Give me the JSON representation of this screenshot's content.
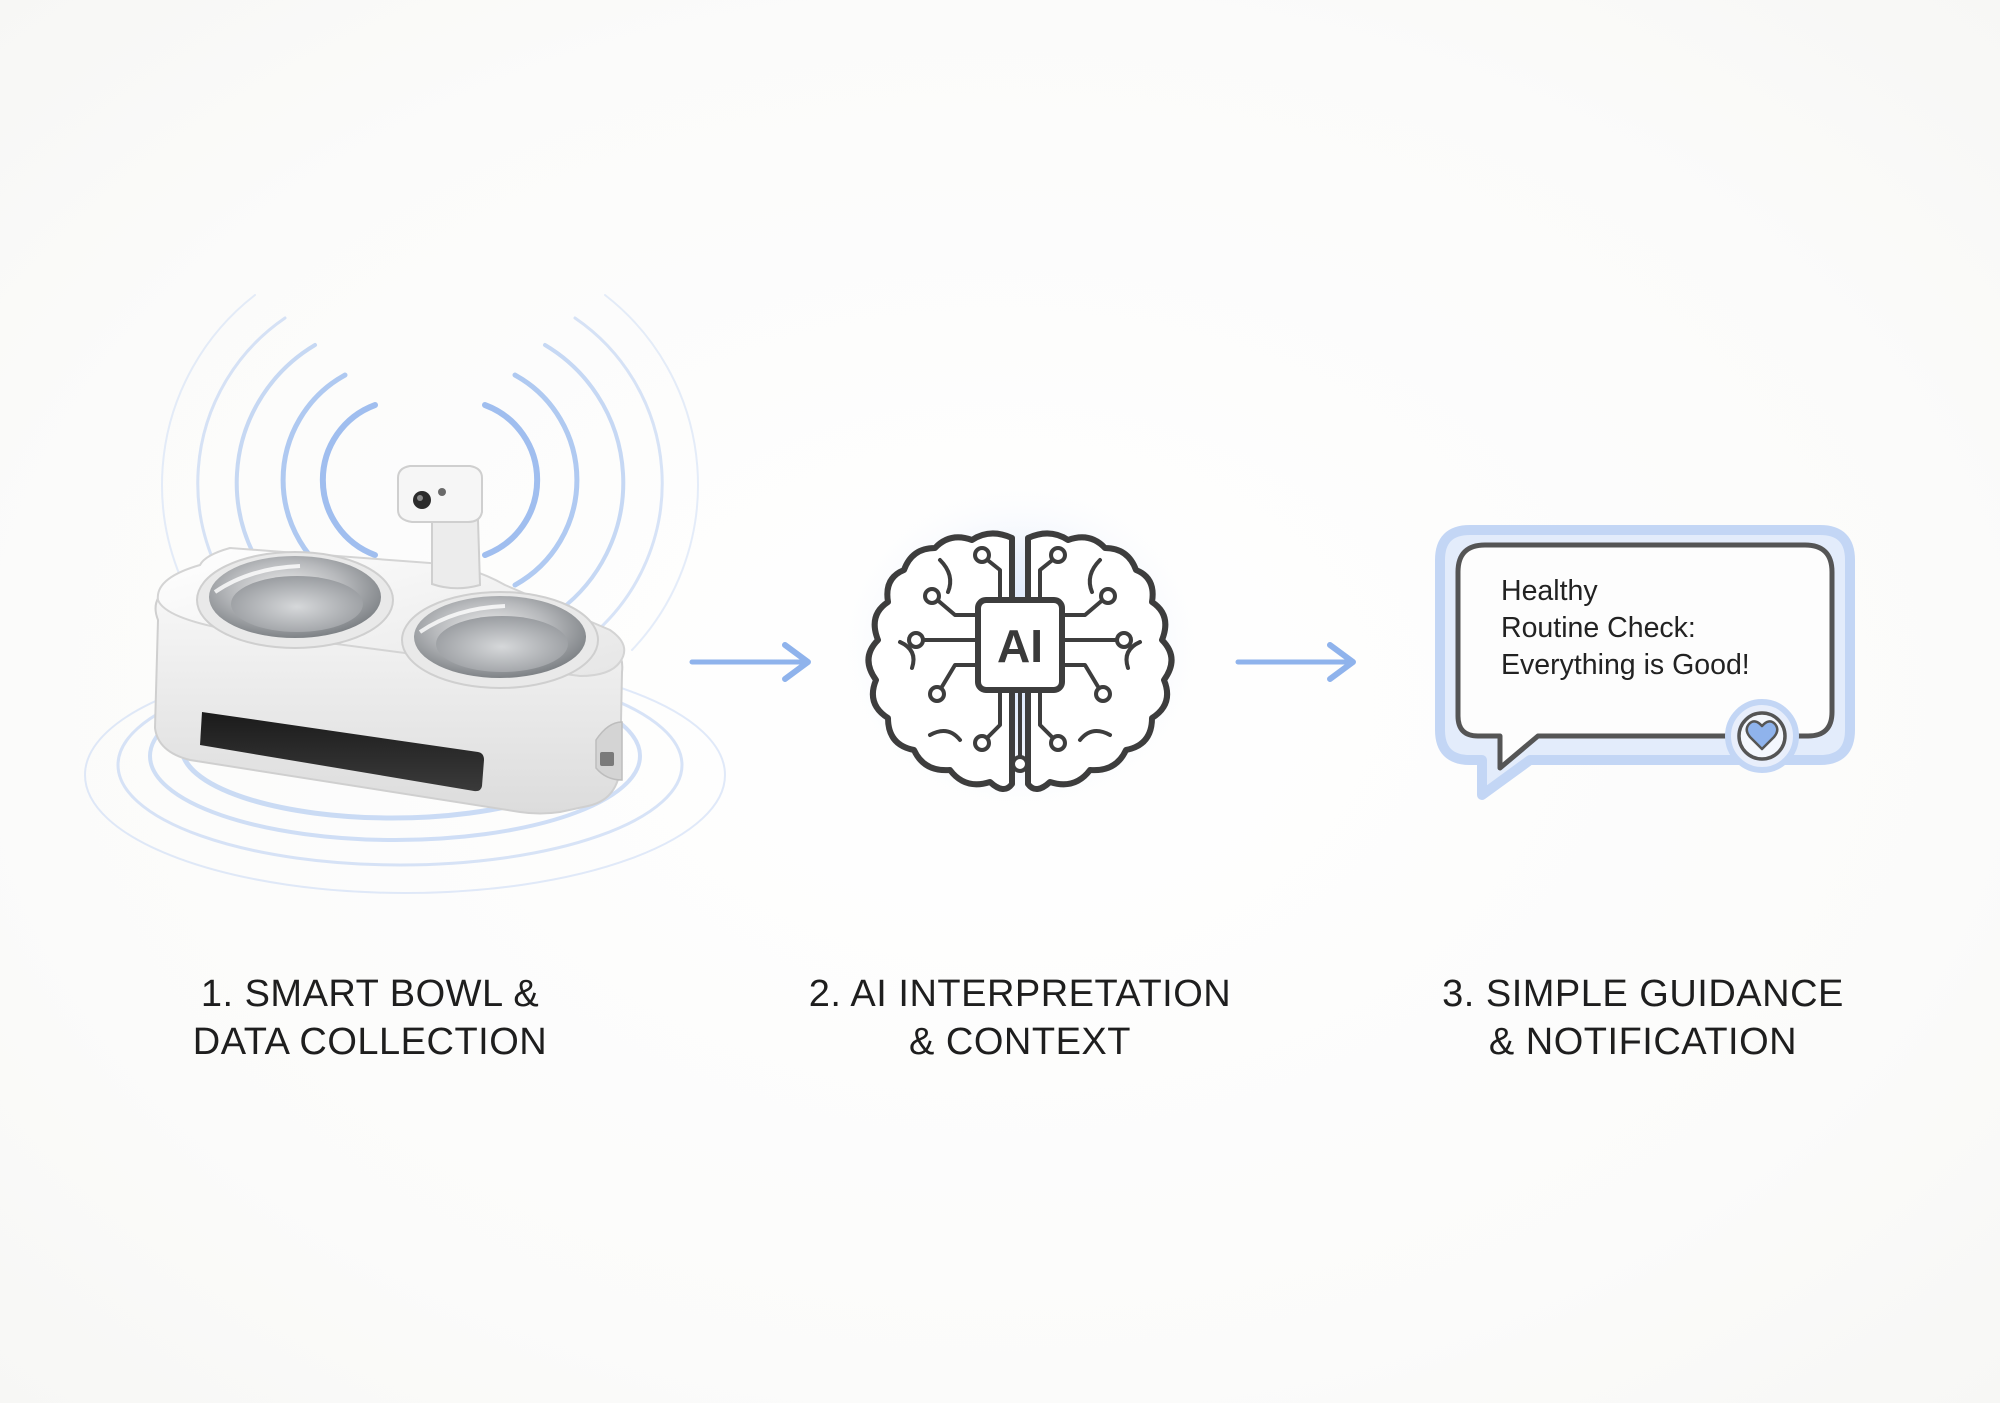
{
  "steps": [
    {
      "line1": "1. SMART BOWL &",
      "line2": "DATA COLLECTION",
      "icon": "smart-bowl-icon"
    },
    {
      "line1": "2. AI INTERPRETATION",
      "line2": "& CONTEXT",
      "icon": "ai-brain-icon"
    },
    {
      "line1": "3. SIMPLE GUIDANCE",
      "line2": "& NOTIFICATION",
      "icon": "chat-bubble-icon"
    }
  ],
  "brain": {
    "chip_text": "AI"
  },
  "notification": {
    "line1": "Healthy",
    "line2": "Routine Check:",
    "line3": "Everything is Good!",
    "badge_icon": "heart-icon"
  },
  "colors": {
    "accent_blue": "#8fb3ec",
    "glow_blue": "#bcd4f7",
    "outline_dark": "#4a4a4a",
    "text_dark": "#1e1e1e"
  }
}
